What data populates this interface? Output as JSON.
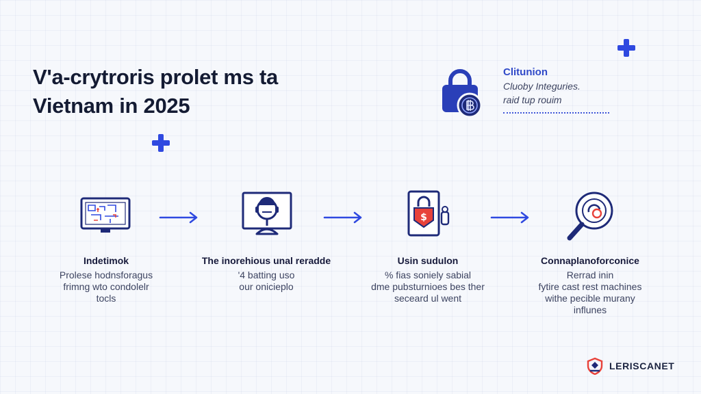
{
  "title": {
    "line1": "V'a-crytroris prolet ms ta",
    "line2": "Vietnam in 2025"
  },
  "callout": {
    "icon": "padlock-coin-icon",
    "title": "Clitunion",
    "lines": [
      "Cluoby Integuries.",
      "raid tup rouim"
    ]
  },
  "steps": [
    {
      "icon": "monitor-diagram-icon",
      "title": "Indetimok",
      "desc": [
        "Prolese hodnsforagus",
        "frimng wto condolelr",
        "tocls"
      ]
    },
    {
      "icon": "user-monitor-icon",
      "title": "The inorehious unal reradde",
      "desc": [
        "'4 batting uso",
        "our onicieplo"
      ]
    },
    {
      "icon": "locked-phone-icon",
      "title": "Usin sudulon",
      "desc": [
        "% fias soniely sabial",
        "dme pubsturnioes bes ther",
        "seceard ul went"
      ]
    },
    {
      "icon": "magnifier-coin-icon",
      "title": "Connaplanoforconice",
      "desc": [
        "Rerrad inin",
        "fytire cast rest machines",
        "withe pecible murany",
        "influnes"
      ]
    }
  ],
  "brand": {
    "name": "LERISCANET",
    "logo": "shield-logo-icon"
  },
  "colors": {
    "accent": "#2f49e0",
    "navy": "#1e2a78",
    "highlight": "#e8423a",
    "text": "#1b2340"
  }
}
